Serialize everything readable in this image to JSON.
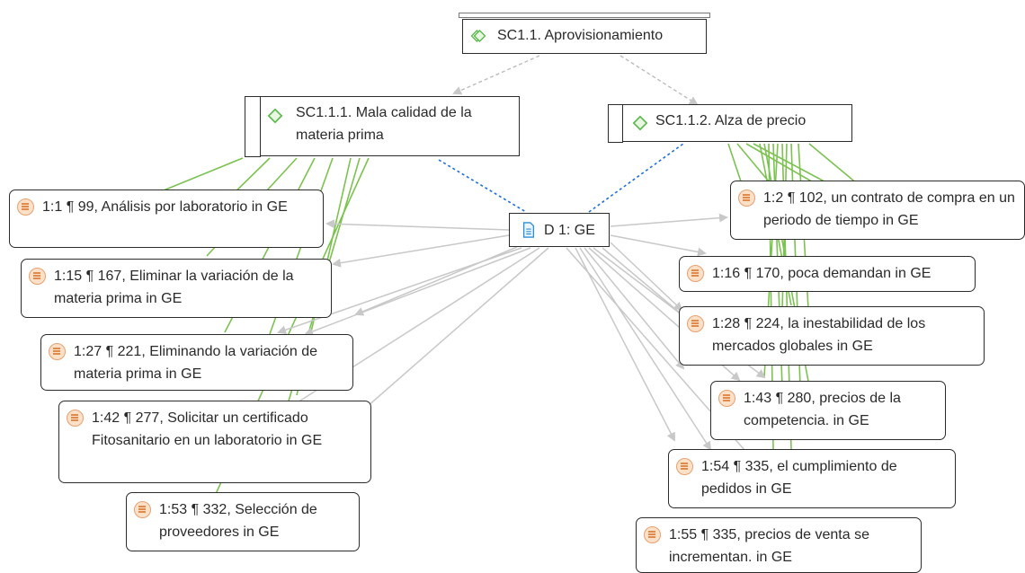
{
  "colors": {
    "gray_edge": "#c8c8c8",
    "green_edge": "#7cc250",
    "blue_edge": "#1e6fdc",
    "code_icon": "#58b84a",
    "quote_icon": "#e08a4c",
    "doc_icon": "#2e8fd6"
  },
  "codes": {
    "root": "SC1.1. Aprovisionamiento",
    "left": "SC1.1.1. Mala calidad de la materia prima",
    "right": "SC1.1.2. Alza de precio"
  },
  "document": {
    "label": "D 1: GE",
    "icon": "document-icon"
  },
  "quotations": [
    "1:1 ¶ 99, Análisis por laboratorio in GE",
    "1:15 ¶ 167, Eliminar la variación de la materia prima in GE",
    "1:27 ¶ 221, Eliminando la variación de materia prima in GE",
    "1:42 ¶ 277, Solicitar un certificado Fitosanitario en un laboratorio in GE",
    "1:53 ¶ 332, Selección de proveedores in GE",
    "1:2 ¶ 102, un contrato de compra en un periodo de tiempo in GE",
    "1:16 ¶ 170, poca demandan in GE",
    "1:28 ¶ 224, la inestabilidad de los mercados globales in GE",
    "1:43 ¶ 280, precios de la competencia. in GE",
    "1:54 ¶ 335, el cumplimiento de pedidos in GE",
    "1:55 ¶ 335, precios de venta se incrementan. in GE"
  ]
}
